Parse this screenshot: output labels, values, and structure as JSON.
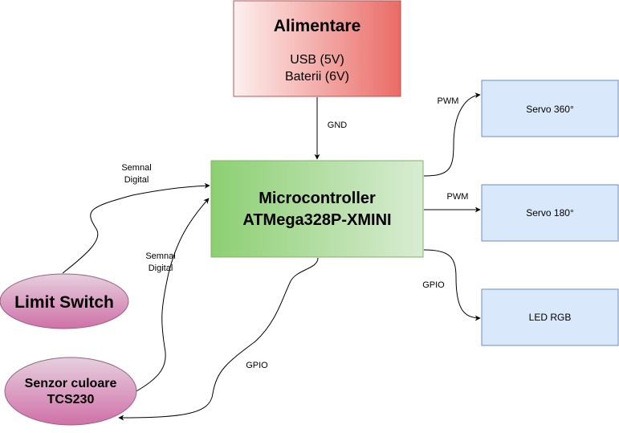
{
  "nodes": {
    "power": {
      "title": "Alimentare",
      "line1": "USB (5V)",
      "line2": "Baterii (6V)"
    },
    "mcu": {
      "line1": "Microcontroller",
      "line2": "ATMega328P-XMINI"
    },
    "servo360": {
      "label": "Servo 360°"
    },
    "servo180": {
      "label": "Servo 180°"
    },
    "led": {
      "label": "LED RGB"
    },
    "limit": {
      "label": "Limit Switch"
    },
    "sensor": {
      "line1": "Senzor culoare",
      "line2": "TCS230"
    }
  },
  "edges": {
    "gnd": "GND",
    "pwm1": "PWM",
    "pwm2": "PWM",
    "gpio_led": "GPIO",
    "gpio_sensor": "GPIO",
    "limit_signal": {
      "line1": "Semnal",
      "line2": "Digital"
    },
    "sensor_signal": {
      "line1": "Semnal",
      "line2": "Digital"
    }
  },
  "colors": {
    "power_grad_start": "#fdf0ef",
    "power_grad_end": "#ea6b66",
    "power_stroke": "#b85450",
    "mcu_grad_start": "#8ccf72",
    "mcu_grad_end": "#d9ecd3",
    "mcu_stroke": "#82b366",
    "blue_fill": "#dae8fc",
    "blue_stroke": "#6c8ebf",
    "pink_grad_start": "#e6d0de",
    "pink_grad_end": "#d070a8",
    "pink_stroke": "#996185"
  }
}
